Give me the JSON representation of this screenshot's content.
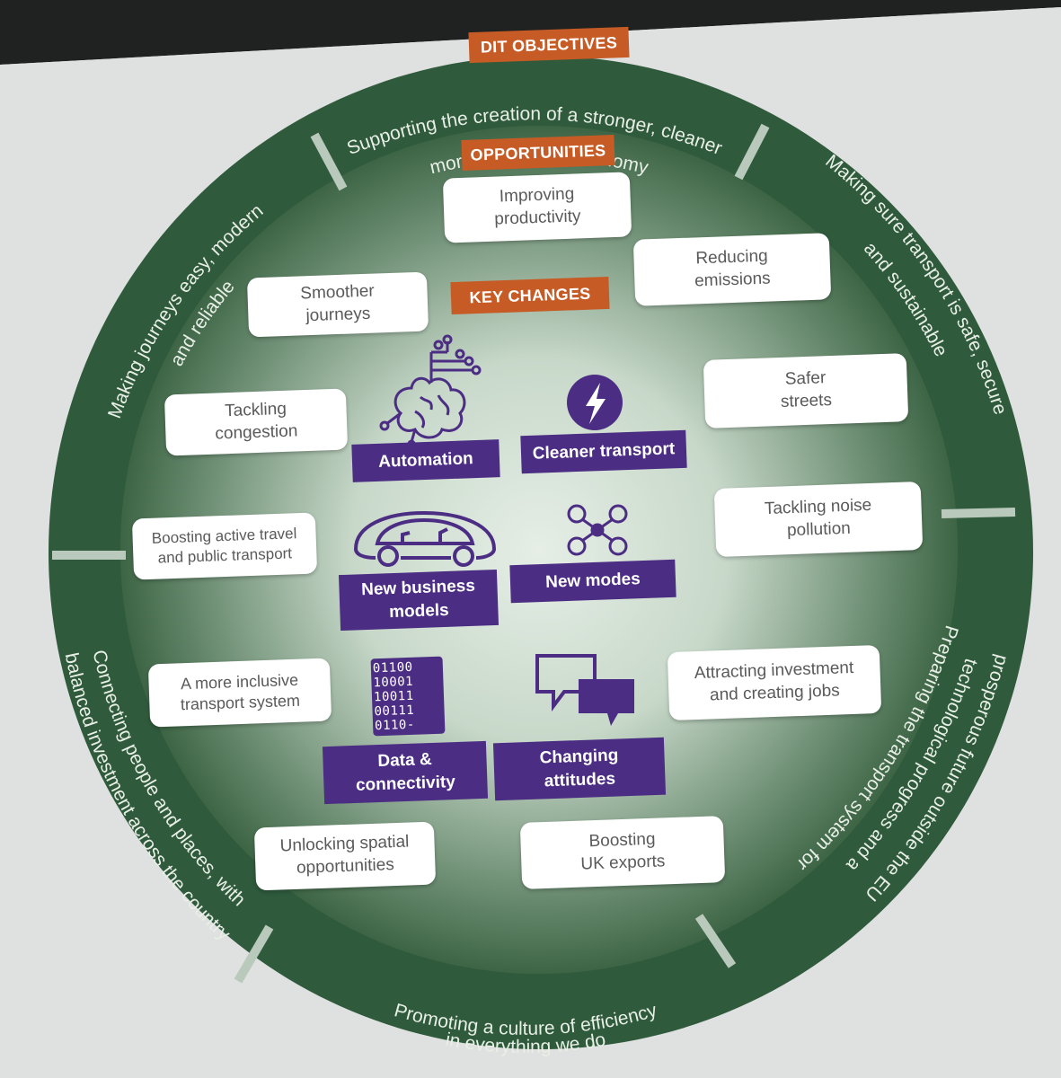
{
  "title_tag": "DIT OBJECTIVES",
  "opportunities_tag": "OPPORTUNITIES",
  "key_changes_tag": "KEY CHANGES",
  "ring": {
    "top": "Supporting the creation of a stronger, cleaner more productive economy",
    "top_line1": "Supporting the creation of a stronger, cleaner",
    "top_line2": "more productive economy",
    "right_top_line1": "Making sure transport is safe, secure",
    "right_top_line2": "and sustainable",
    "right_bottom_line1": "Preparing the transport system for",
    "right_bottom_line2": "technological progress and a",
    "right_bottom_line3": "prosperous future outside the EU",
    "bottom_line1": "Promoting a culture of efficiency",
    "bottom_line2": "in everything we do",
    "left_bottom_line1": "Connecting people and places, with",
    "left_bottom_line2": "balanced investment across the country",
    "left_top_line1": "Making journeys easy, modern",
    "left_top_line2": "and reliable"
  },
  "opportunities": [
    "Improving\nproductivity",
    "Reducing\nemissions",
    "Smoother\njourneys",
    "Safer\nstreets",
    "Tackling\ncongestion",
    "Tackling noise\npollution",
    "Boosting active travel\nand public transport",
    "Attracting investment\nand creating jobs",
    "A more inclusive\ntransport system",
    "Unlocking spatial\nopportunities",
    "Boosting\nUK exports"
  ],
  "key_changes": [
    "Automation",
    "Cleaner transport",
    "New business\nmodels",
    "New modes",
    "Data &\nconnectivity",
    "Changing\nattitudes"
  ],
  "binary_rows": [
    "01100",
    "10001",
    "10011",
    "00111",
    "0110-"
  ],
  "colors": {
    "ring": "#2f5a3c",
    "inner": "#dbe8dd",
    "tag": "#c65b25",
    "change": "#4c2d84",
    "ring_text": "#e8efe6"
  }
}
